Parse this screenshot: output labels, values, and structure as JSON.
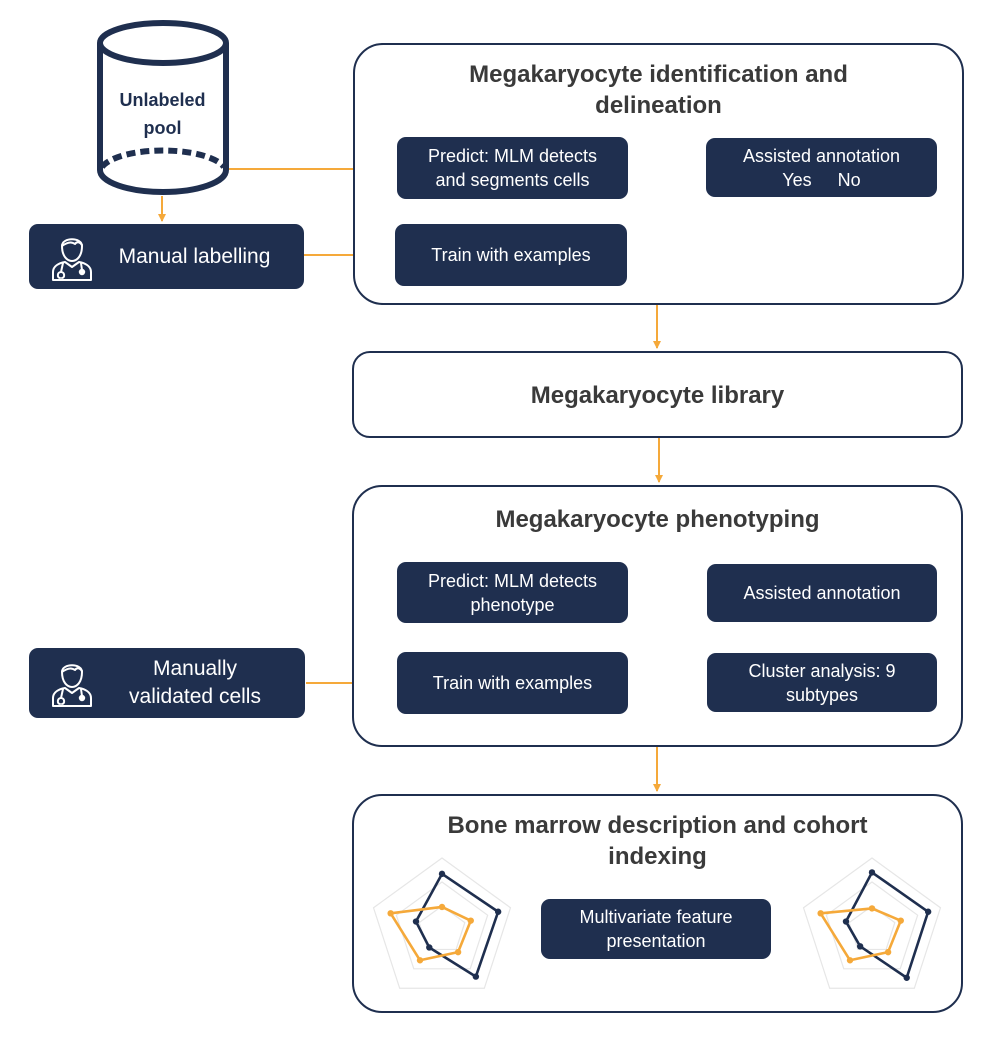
{
  "colors": {
    "navy": "#1f2f4f",
    "orange": "#f5a93a",
    "title_text": "#3a3a3a",
    "grid": "#e6e6e6"
  },
  "unlabeled_pool": {
    "icon": "database-cylinder-icon",
    "line1": "Unlabeled",
    "line2": "pool"
  },
  "manual_labelling": {
    "icon": "doctor-icon",
    "label": "Manual labelling"
  },
  "manually_validated": {
    "icon": "doctor-icon",
    "line1": "Manually",
    "line2": "validated cells"
  },
  "identification": {
    "title_line1": "Megakaryocyte identification and",
    "title_line2": "delineation",
    "predict": {
      "line1": "Predict: MLM detects",
      "line2": "and segments cells"
    },
    "train": {
      "label": "Train with examples"
    },
    "assisted": {
      "line1": "Assisted annotation",
      "yes": "Yes",
      "no": "No"
    }
  },
  "library": {
    "title": "Megakaryocyte library"
  },
  "phenotyping": {
    "title": "Megakaryocyte phenotyping",
    "predict": {
      "line1": "Predict: MLM detects",
      "line2": "phenotype"
    },
    "train": {
      "label": "Train with examples"
    },
    "assisted": {
      "label": "Assisted annotation"
    },
    "cluster": {
      "line1": "Cluster analysis: 9",
      "line2": "subtypes"
    }
  },
  "bone_marrow": {
    "title_line1": "Bone marrow description and cohort",
    "title_line2": "indexing",
    "center_box": {
      "line1": "Multivariate feature",
      "line2": "presentation"
    }
  },
  "chart_data": [
    {
      "type": "radar",
      "title": "",
      "axes": 5,
      "grid_levels": 3,
      "rlim": [
        0,
        1
      ],
      "series": [
        {
          "name": "navy",
          "color": "#1f2f4f",
          "values": [
            0.78,
            0.82,
            0.8,
            0.3,
            0.38
          ]
        },
        {
          "name": "orange",
          "color": "#f5a93a",
          "values": [
            0.32,
            0.42,
            0.38,
            0.52,
            0.75
          ]
        }
      ]
    },
    {
      "type": "radar",
      "title": "",
      "axes": 5,
      "grid_levels": 3,
      "rlim": [
        0,
        1
      ],
      "series": [
        {
          "name": "navy",
          "color": "#1f2f4f",
          "values": [
            0.8,
            0.82,
            0.82,
            0.28,
            0.38
          ]
        },
        {
          "name": "orange",
          "color": "#f5a93a",
          "values": [
            0.3,
            0.42,
            0.38,
            0.52,
            0.75
          ]
        }
      ]
    }
  ]
}
